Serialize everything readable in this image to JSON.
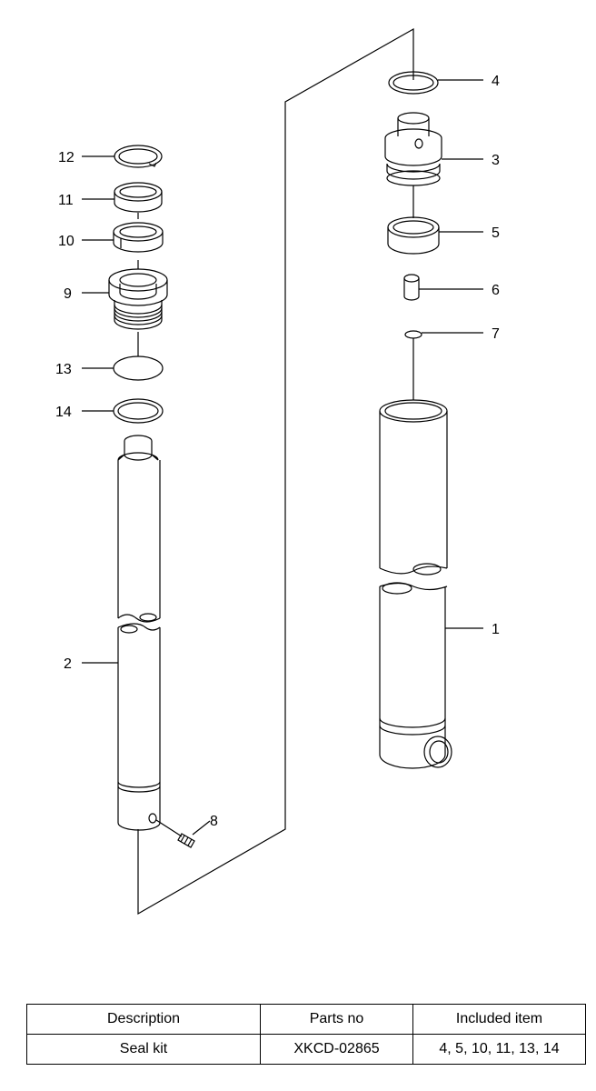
{
  "callouts": [
    "1",
    "2",
    "3",
    "4",
    "5",
    "6",
    "7",
    "8",
    "9",
    "10",
    "11",
    "12",
    "13",
    "14"
  ],
  "table": {
    "headers": [
      "Description",
      "Parts no",
      "Included item"
    ],
    "rows": [
      [
        "Seal kit",
        "XKCD-02865",
        "4, 5, 10, 11, 13, 14"
      ]
    ]
  },
  "colors": {
    "line": "#000000",
    "body_fill": "#ffffff",
    "shade": "#e6e6e6"
  }
}
